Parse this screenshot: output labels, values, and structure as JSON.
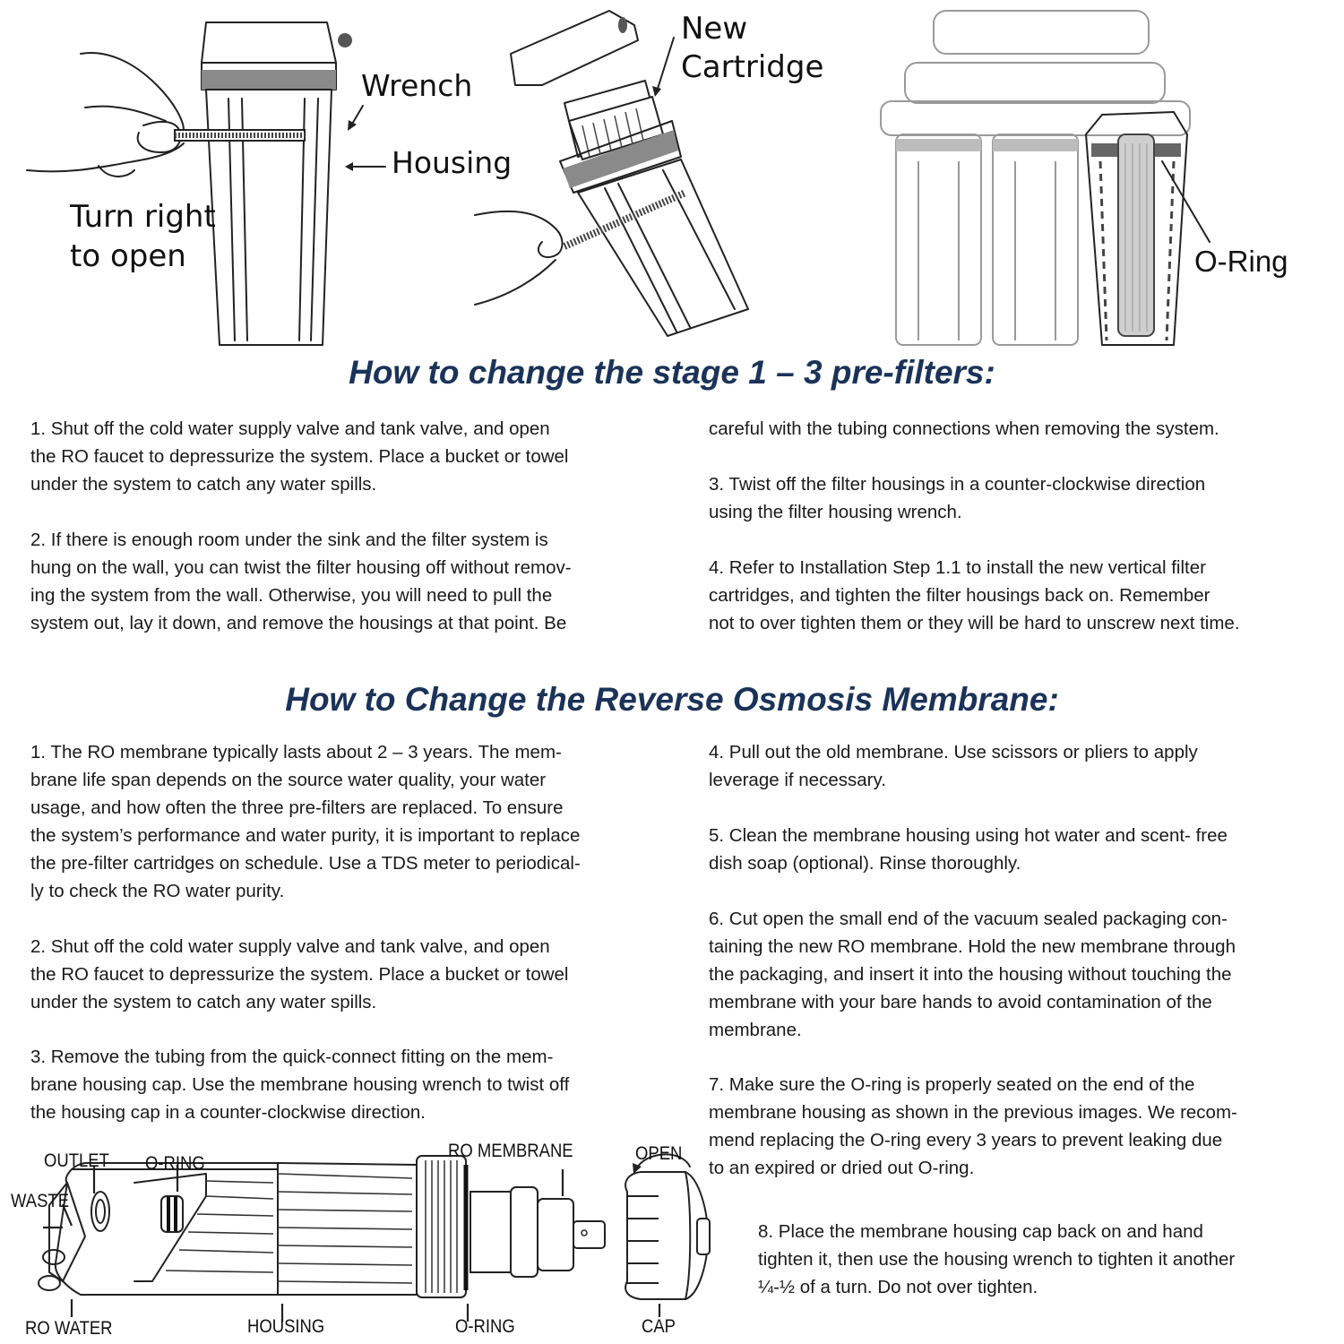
{
  "illustrations": {
    "panel_1": {
      "labels": {
        "wrench": "Wrench",
        "housing": "Housing",
        "turn_right_line1": "Turn right",
        "turn_right_line2": "to open"
      }
    },
    "panel_2": {
      "labels": {
        "new_line1": "New",
        "new_line2": "Cartridge"
      }
    },
    "panel_3": {
      "labels": {
        "o_ring": "O-Ring"
      }
    }
  },
  "section_prefilters": {
    "heading": "How to change the stage 1 – 3 pre-filters:",
    "left_column": [
      " 1. Shut off the cold water supply valve and tank valve, and open\nthe RO faucet to depressurize the system. Place a bucket or towel\nunder the system to catch any water spills.",
      "2.  If there is enough room under the sink and the filter system is\nhung on the wall, you can twist the filter housing off without remov-\ning the system from the wall. Otherwise, you will need to pull the\nsystem out, lay it down, and remove the housings at that point. Be"
    ],
    "right_column": [
      "careful with the tubing connections when removing the system.",
      "3.  Twist off the filter housings in a counter-clockwise direction\nusing the filter housing wrench.",
      "4.  Refer to Installation Step 1.1 to install the new vertical filter\ncartridges, and tighten the filter housings back on. Remember\nnot to over tighten them or they will be hard to unscrew next time."
    ]
  },
  "section_membrane": {
    "heading": "How to Change the Reverse Osmosis Membrane:",
    "left_column": [
      "1.  The RO membrane typically lasts about 2 – 3 years. The mem-\nbrane life span depends on the source water quality, your water\nusage, and how often the three pre-filters are replaced. To ensure\nthe system’s performance and water purity, it is important to replace\nthe pre-filter cartridges on schedule. Use a TDS meter to periodical-\nly to check the RO water purity.",
      "2.  Shut off the cold water supply valve and tank valve, and open\nthe RO faucet to depressurize the system. Place a bucket or towel\nunder the system to catch any water spills.",
      "3.  Remove the tubing from the quick-connect fitting on the mem-\nbrane housing cap. Use the membrane housing wrench to twist off\nthe housing cap in a counter-clockwise direction."
    ],
    "right_column": [
      "4.  Pull out the old membrane. Use scissors or pliers to apply\nleverage if necessary.",
      "5.  Clean the membrane housing using hot water and scent- free\ndish soap (optional). Rinse thoroughly.",
      "6.  Cut open the small end of the vacuum sealed packaging con-\ntaining the new RO membrane. Hold the new membrane through\nthe packaging, and insert it into the housing without touching the\nmembrane with your bare hands to avoid contamination of the\nmembrane.",
      "7.  Make sure the O-ring is properly seated on the end of the\nmembrane housing as shown in the previous images. We recom-\nmend replacing the O-ring every 3 years to prevent leaking due\nto an expired or dried out O-ring.",
      "8.  Place the membrane housing cap back on and hand\ntighten it, then use the housing wrench to tighten it another\n¼-½ of a turn. Do not over tighten."
    ]
  },
  "membrane_diagram": {
    "labels": {
      "outlet": "OUTLET",
      "o_ring_top": "O-RING",
      "waste": "WASTE",
      "ro_membrane": "RO MEMBRANE",
      "open": "OPEN",
      "ro_water": "RO WATER",
      "housing": "HOUSING",
      "o_ring_bottom": "O-RING",
      "cap": "CAP"
    }
  },
  "colors": {
    "heading": "#1b3358",
    "body_text": "#1a1a1a"
  }
}
